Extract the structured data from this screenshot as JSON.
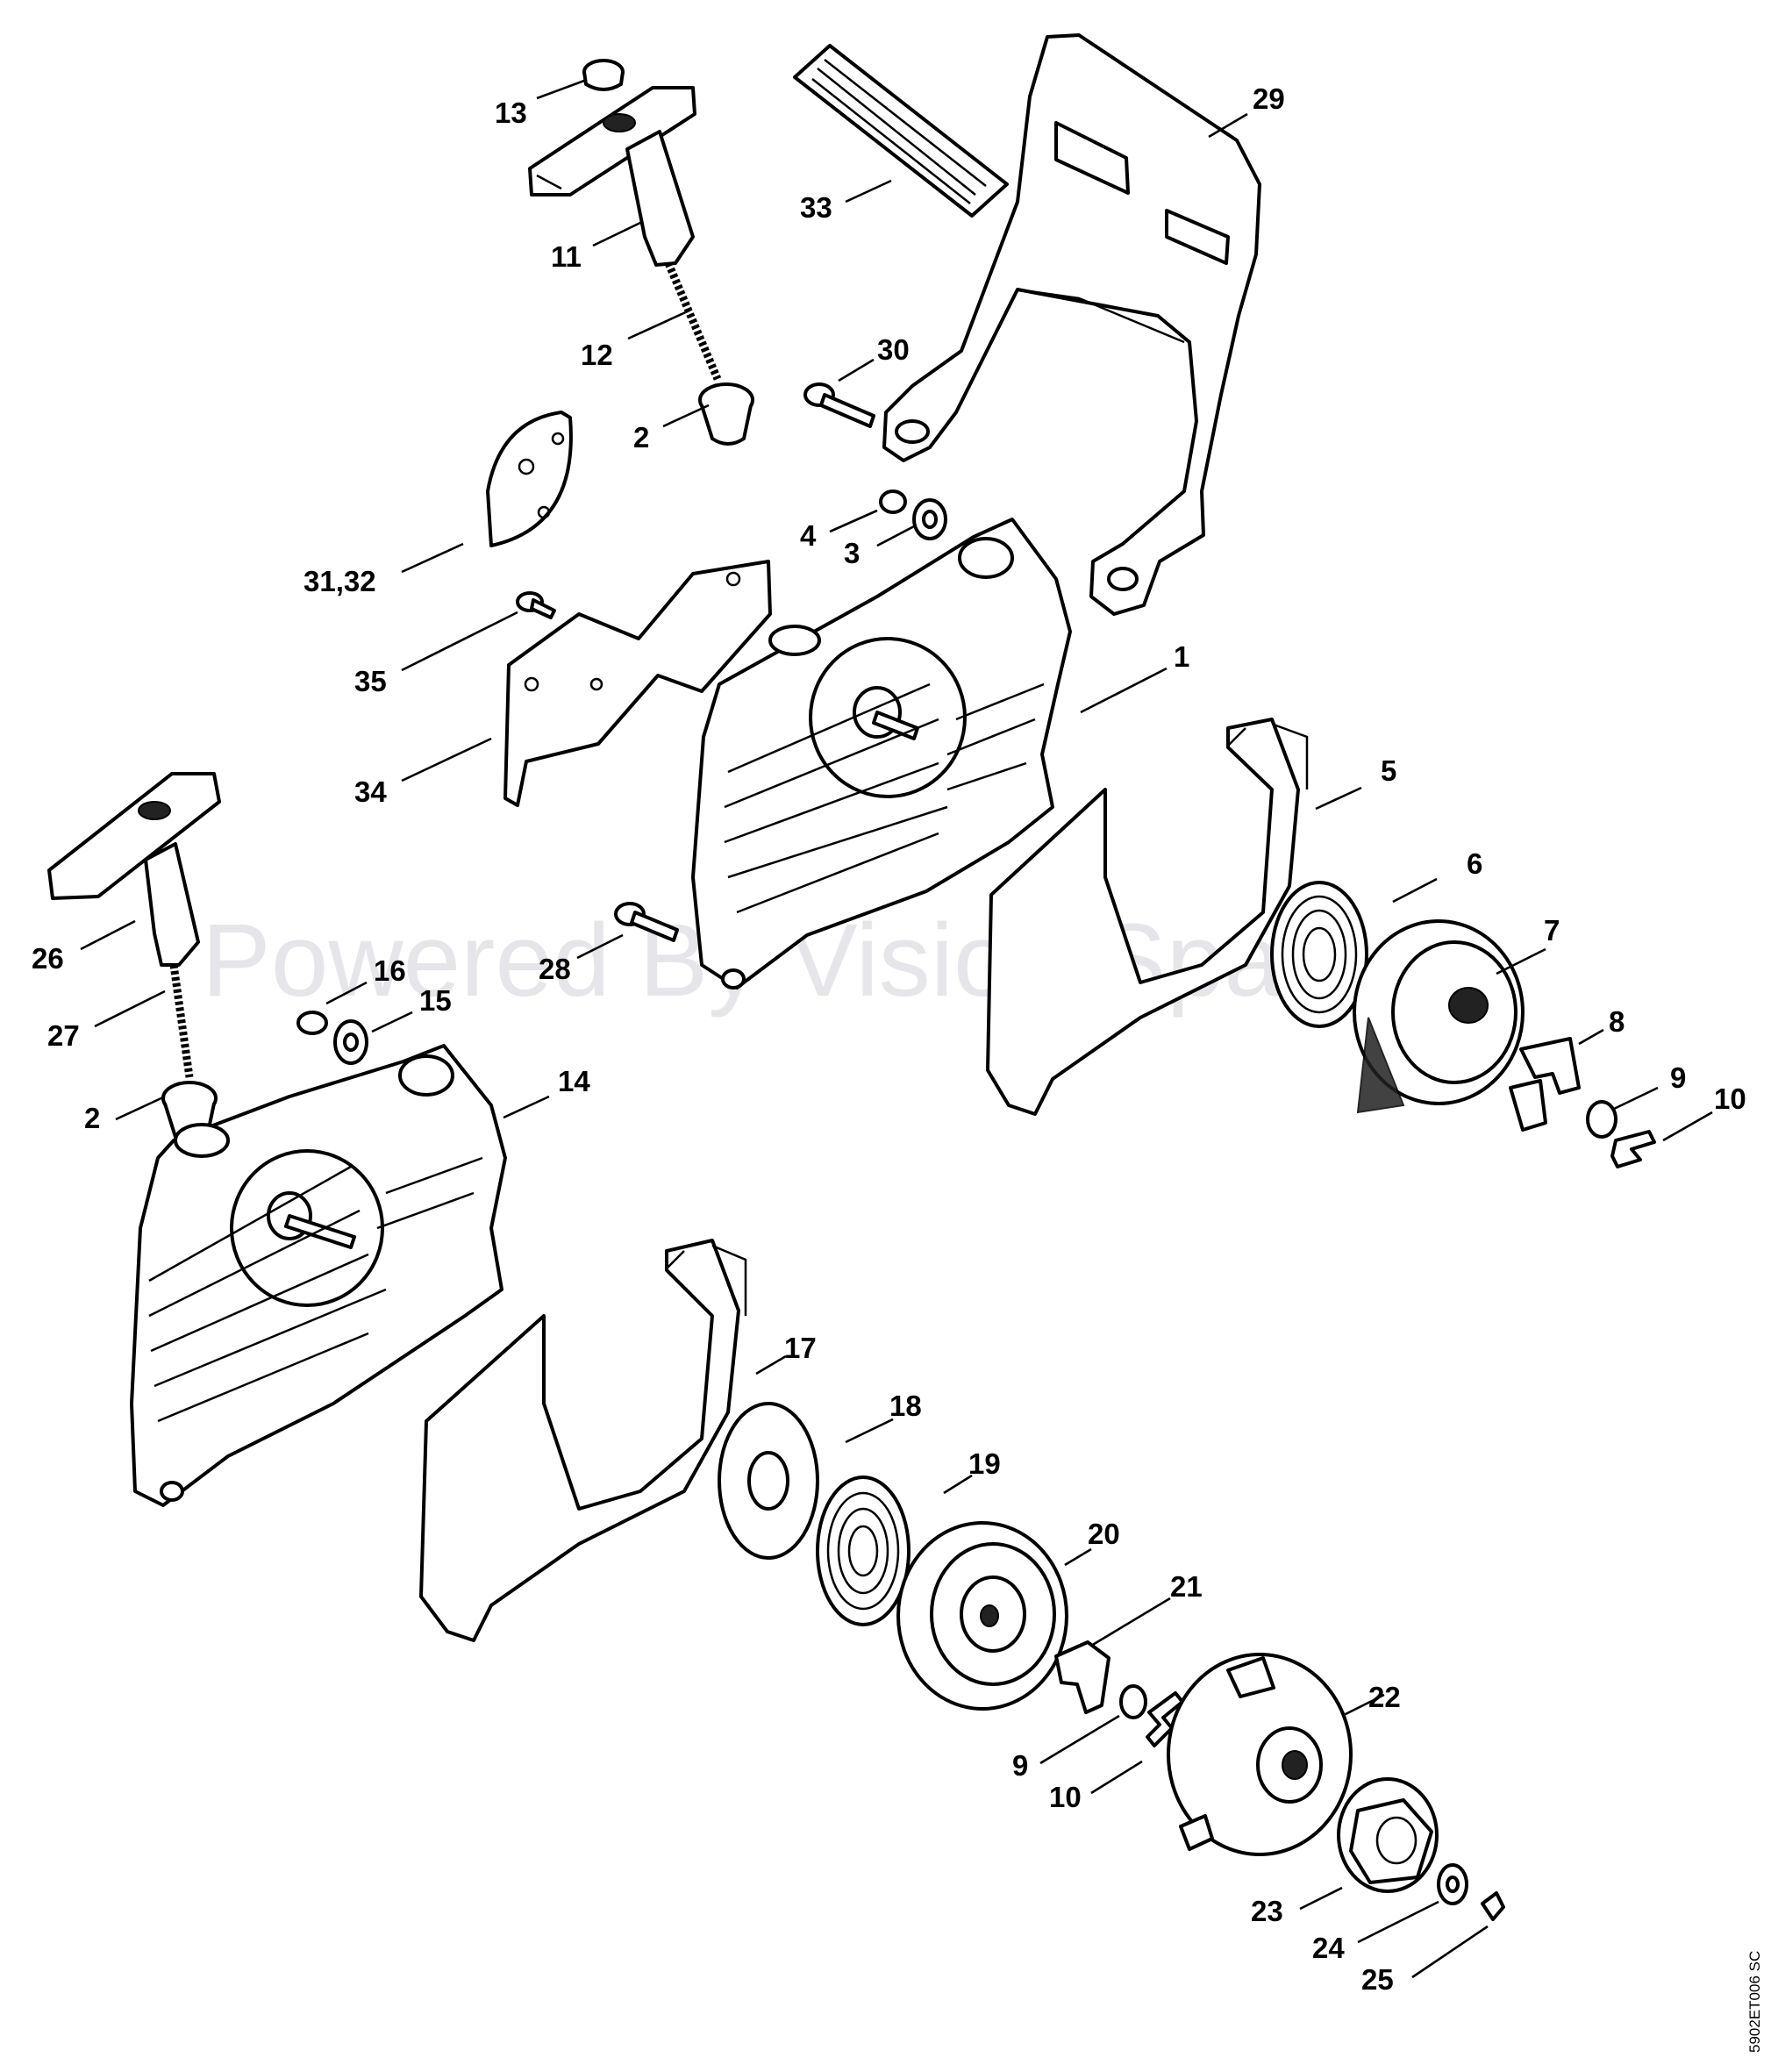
{
  "watermark": "Powered By Vision Spares",
  "drawing_code": "5902ET006 SC",
  "callouts": [
    {
      "id": "c13",
      "text": "13"
    },
    {
      "id": "c11",
      "text": "11"
    },
    {
      "id": "c12",
      "text": "12"
    },
    {
      "id": "c2a",
      "text": "2"
    },
    {
      "id": "c33",
      "text": "33"
    },
    {
      "id": "c29",
      "text": "29"
    },
    {
      "id": "c30",
      "text": "30"
    },
    {
      "id": "c4",
      "text": "4"
    },
    {
      "id": "c3",
      "text": "3"
    },
    {
      "id": "c3132",
      "text": "31,32"
    },
    {
      "id": "c35",
      "text": "35"
    },
    {
      "id": "c34",
      "text": "34"
    },
    {
      "id": "c1",
      "text": "1"
    },
    {
      "id": "c5",
      "text": "5"
    },
    {
      "id": "c6",
      "text": "6"
    },
    {
      "id": "c7",
      "text": "7"
    },
    {
      "id": "c8",
      "text": "8"
    },
    {
      "id": "c9a",
      "text": "9"
    },
    {
      "id": "c10a",
      "text": "10"
    },
    {
      "id": "c26",
      "text": "26"
    },
    {
      "id": "c27",
      "text": "27"
    },
    {
      "id": "c28",
      "text": "28"
    },
    {
      "id": "c16",
      "text": "16"
    },
    {
      "id": "c15",
      "text": "15"
    },
    {
      "id": "c2b",
      "text": "2"
    },
    {
      "id": "c14",
      "text": "14"
    },
    {
      "id": "c17",
      "text": "17"
    },
    {
      "id": "c18",
      "text": "18"
    },
    {
      "id": "c19",
      "text": "19"
    },
    {
      "id": "c20",
      "text": "20"
    },
    {
      "id": "c21",
      "text": "21"
    },
    {
      "id": "c22",
      "text": "22"
    },
    {
      "id": "c9b",
      "text": "9"
    },
    {
      "id": "c10b",
      "text": "10"
    },
    {
      "id": "c23",
      "text": "23"
    },
    {
      "id": "c24",
      "text": "24"
    },
    {
      "id": "c25",
      "text": "25"
    }
  ]
}
